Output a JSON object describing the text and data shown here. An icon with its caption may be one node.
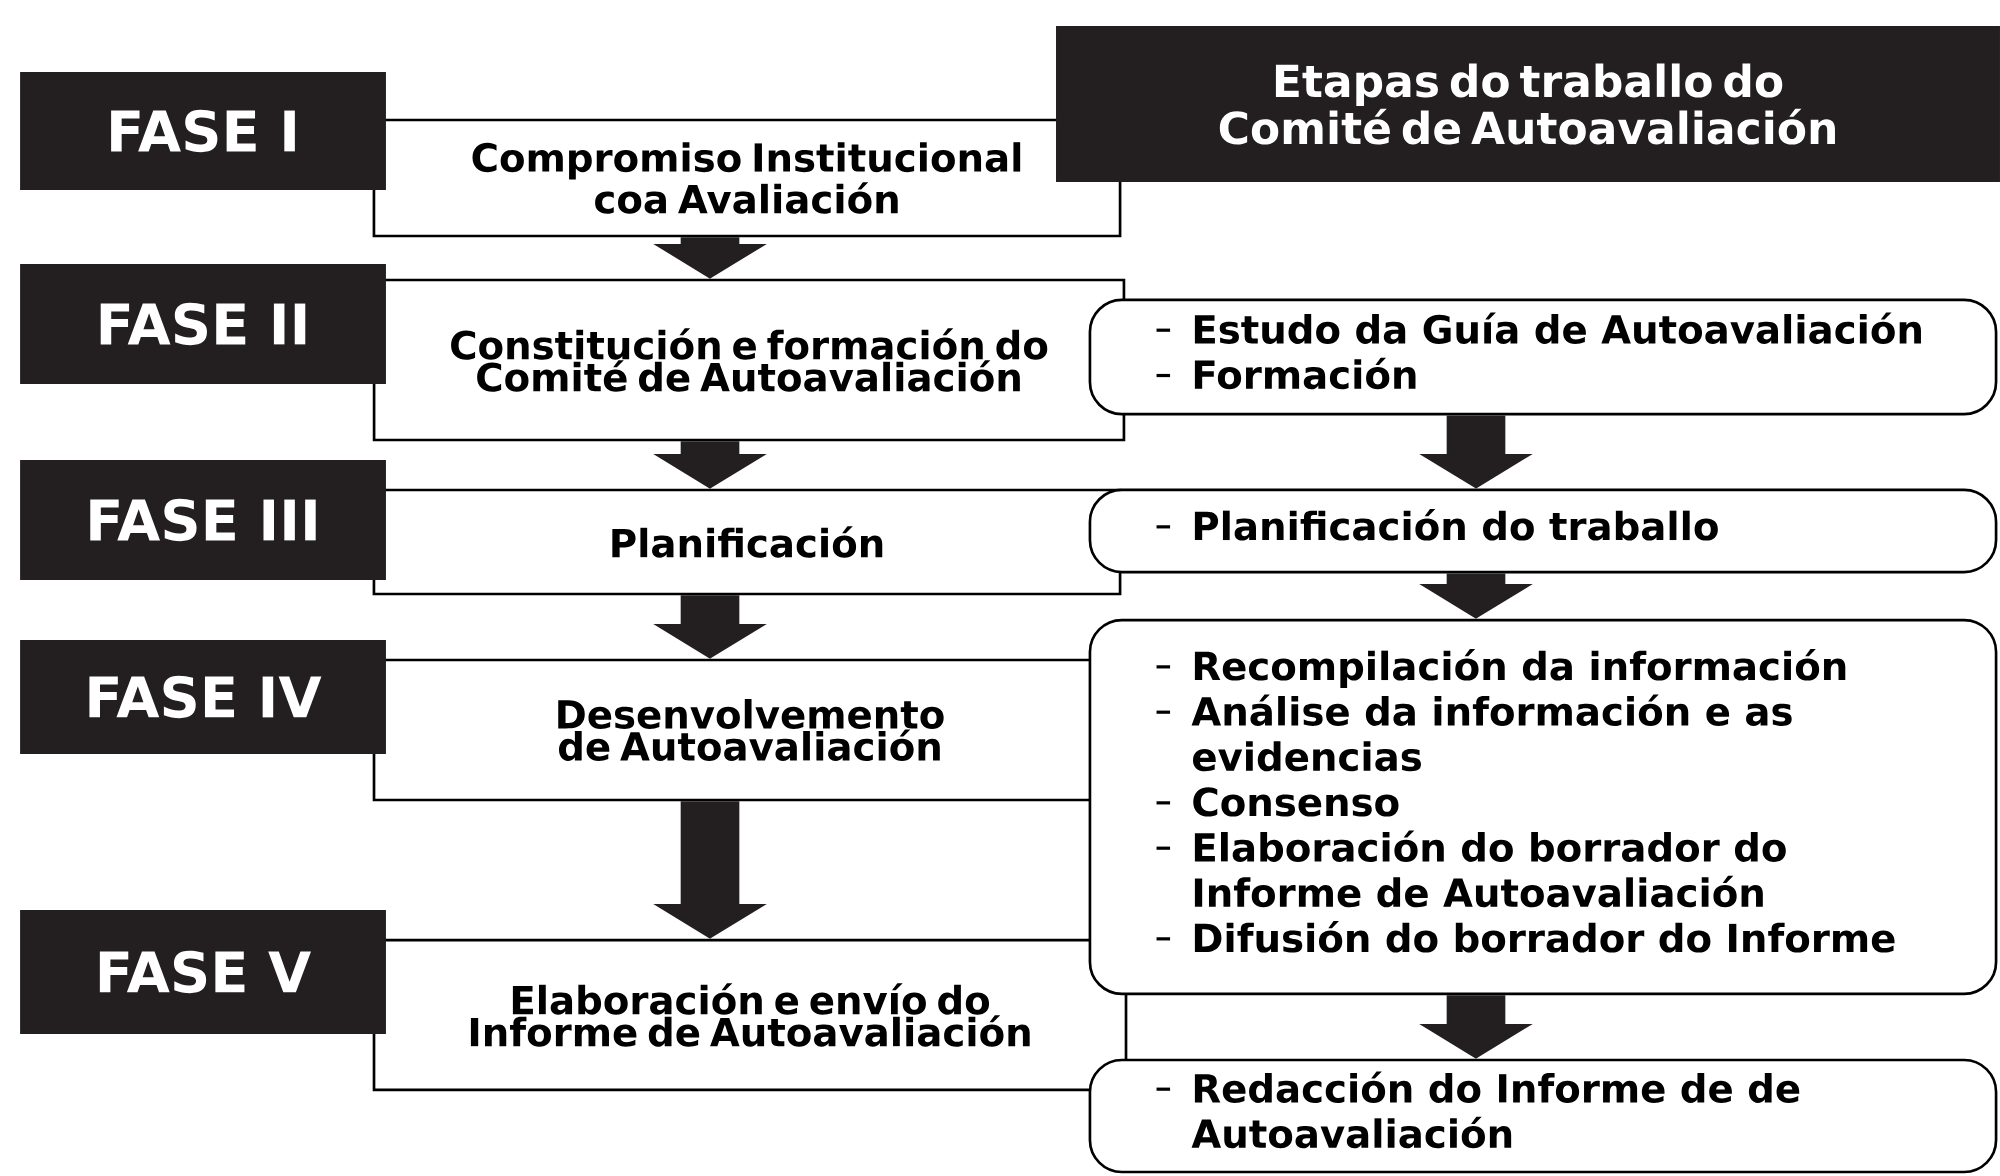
{
  "diagram": {
    "nodes": [
      {
        "text": [
          "FASE I"
        ]
      },
      {
        "text": [
          "Compromiso Institucional coa Avaliación"
        ]
      },
      {
        "text": [
          "Etapas do traballo do Comité de Autoavaliación"
        ]
      },
      {
        "text": [
          "FASE II"
        ]
      },
      {
        "text": [
          "Constitución e formación do Comité de Autoavaliación"
        ]
      },
      {
        "text": [
          "Estudo da Guía de Autoavaliación",
          "Formación"
        ]
      },
      {
        "text": [
          "FASE III"
        ]
      },
      {
        "text": [
          "Planificación"
        ]
      },
      {
        "text": [
          "Planificación do traballo"
        ]
      },
      {
        "text": [
          "FASE IV"
        ]
      },
      {
        "text": [
          "Desenvolvemento de Autoavaliación"
        ]
      },
      {
        "text": [
          "Recompilación da información",
          "Análise da información e as evidencias",
          "Consenso",
          "Elaboración do borrador do Informe de Autoavaliación",
          "Difusión do borrador do Informe"
        ]
      },
      {
        "text": [
          "FASE V"
        ]
      },
      {
        "text": [
          "Elaboración e envío do Informe de Autoavaliación"
        ]
      },
      {
        "text": [
          "Redacción do Informe de de Autoavaliación"
        ]
      }
    ],
    "edges": [
      {
        "from": 1,
        "to": 4,
        "arrow": "to"
      },
      {
        "from": 4,
        "to": 7,
        "arrow": "to"
      },
      {
        "from": 7,
        "to": 10,
        "arrow": "to"
      },
      {
        "from": 10,
        "to": 13,
        "arrow": "to"
      },
      {
        "from": 5,
        "to": 8,
        "arrow": "to"
      },
      {
        "from": 8,
        "to": 11,
        "arrow": "to"
      },
      {
        "from": 11,
        "to": 14,
        "arrow": "to"
      }
    ]
  }
}
